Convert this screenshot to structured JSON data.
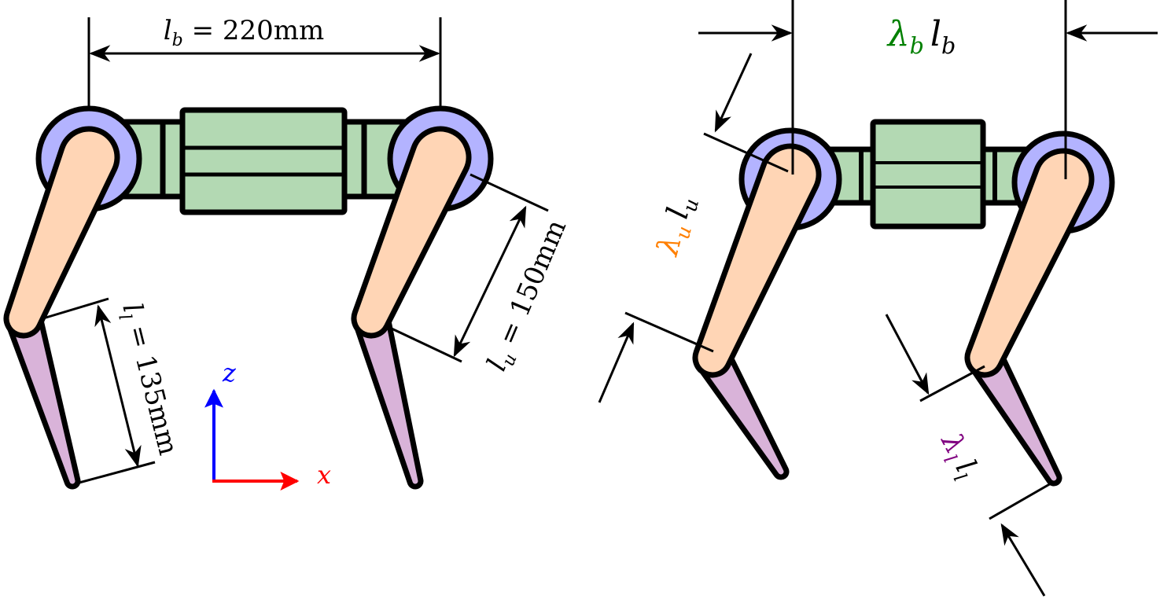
{
  "colors": {
    "body": "#b3d9b3",
    "hip": "#b3b3ff",
    "upper_leg": "#ffd5b5",
    "lower_leg": "#d9b3d9",
    "z_axis": "#0000ff",
    "x_axis": "#ff0000",
    "lambda_b": "#008000",
    "lambda_u": "#ff7f00",
    "lambda_l": "#800080"
  },
  "left_diagram": {
    "lb": {
      "sym": "l",
      "sub": "b",
      "eq": " = 220mm"
    },
    "lu": {
      "sym": "l",
      "sub": "u",
      "eq": " = 150mm"
    },
    "ll": {
      "sym": "l",
      "sub": "l",
      "eq": " = 135mm"
    },
    "axis_z": "z",
    "axis_x": "x"
  },
  "right_diagram": {
    "lambda_b": {
      "greek": "λ",
      "gsub": "b",
      "sym": "l",
      "sub": "b"
    },
    "lambda_u": {
      "greek": "λ",
      "gsub": "u",
      "sym": "l",
      "sub": "u"
    },
    "lambda_l": {
      "greek": "λ",
      "gsub": "l",
      "sym": "l",
      "sub": "l"
    }
  }
}
